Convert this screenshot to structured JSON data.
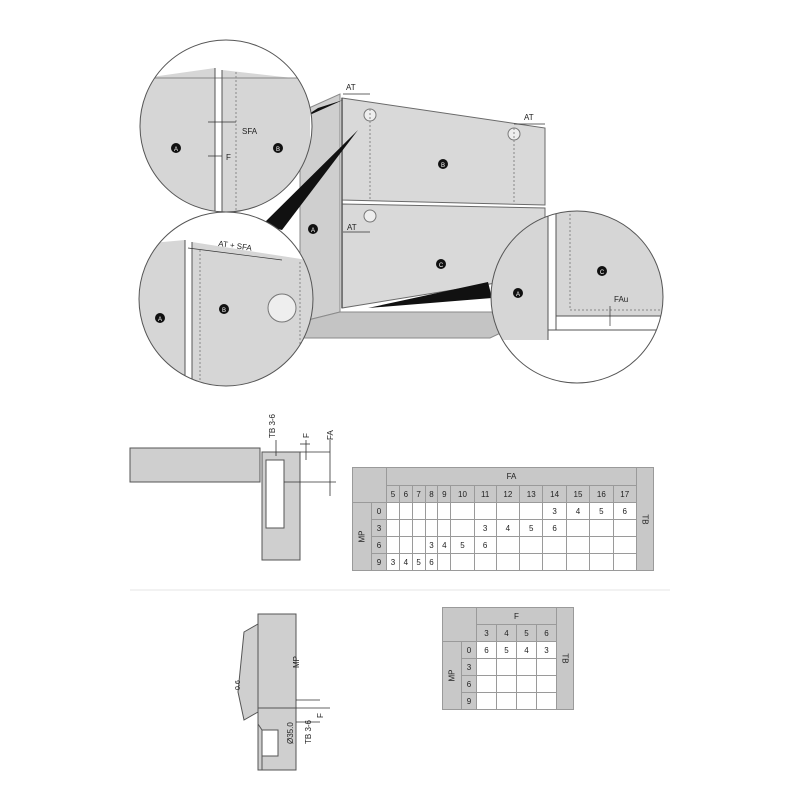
{
  "top": {
    "labels": {
      "a": "A",
      "b": "B",
      "c": "C",
      "at": "AT",
      "sfa": "SFA",
      "f": "F",
      "at_sfa": "AT + SFA",
      "fau": "FAu"
    }
  },
  "side_view_1": {
    "tb": "TB 3-6",
    "f": "F",
    "fa": "FA"
  },
  "side_view_2": {
    "mp": "MP",
    "diameter": "Ø35.0",
    "tb": "TB 3-6",
    "f": "F",
    "small": "0.6"
  },
  "table_fa": {
    "top_header": "FA",
    "row_header": "MP",
    "side_header": "TB",
    "columns": [
      "5",
      "6",
      "7",
      "8",
      "9",
      "10",
      "11",
      "12",
      "13",
      "14",
      "15",
      "16",
      "17"
    ],
    "rows": [
      {
        "mp": "0",
        "cells": [
          "",
          "",
          "",
          "",
          "",
          "",
          "",
          "",
          "",
          "3",
          "4",
          "5",
          "6"
        ]
      },
      {
        "mp": "3",
        "cells": [
          "",
          "",
          "",
          "",
          "",
          "",
          "3",
          "4",
          "5",
          "6",
          "",
          "",
          ""
        ]
      },
      {
        "mp": "6",
        "cells": [
          "",
          "",
          "",
          "3",
          "4",
          "5",
          "6",
          "",
          "",
          "",
          "",
          "",
          ""
        ]
      },
      {
        "mp": "9",
        "cells": [
          "3",
          "4",
          "5",
          "6",
          "",
          "",
          "",
          "",
          "",
          "",
          "",
          "",
          ""
        ]
      }
    ]
  },
  "table_f": {
    "top_header": "F",
    "row_header": "MP",
    "side_header": "TB",
    "columns": [
      "3",
      "4",
      "5",
      "6"
    ],
    "rows": [
      {
        "mp": "0",
        "cells": [
          "6",
          "5",
          "4",
          "3"
        ]
      },
      {
        "mp": "3",
        "cells": [
          "",
          "",
          "",
          ""
        ]
      },
      {
        "mp": "6",
        "cells": [
          "",
          "",
          "",
          ""
        ]
      },
      {
        "mp": "9",
        "cells": [
          "",
          "",
          "",
          ""
        ]
      }
    ]
  }
}
